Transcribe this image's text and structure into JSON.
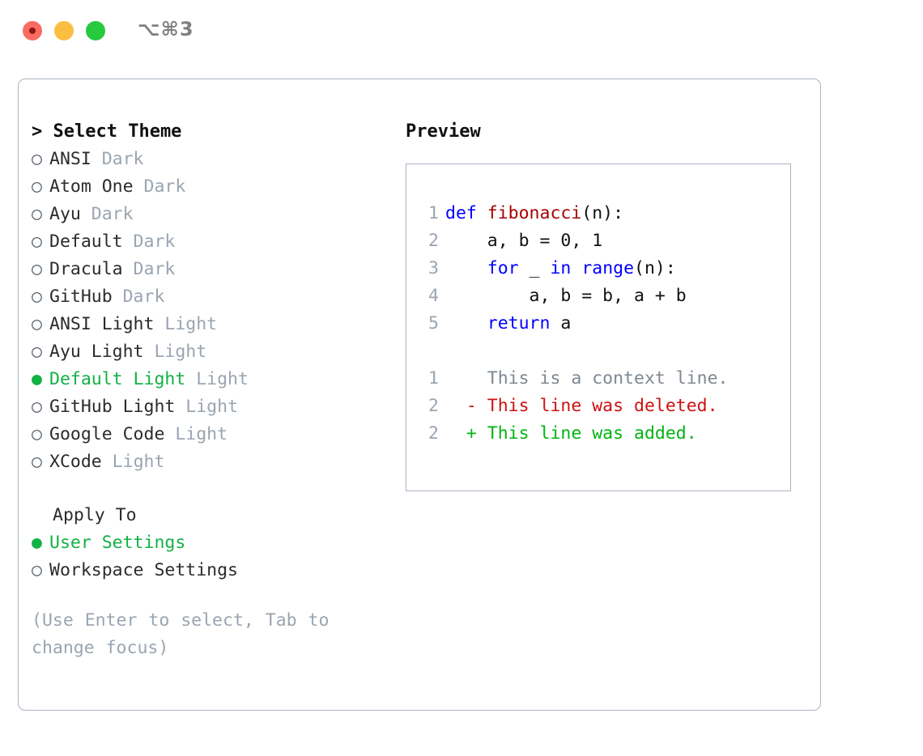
{
  "window": {
    "title": "⌥⌘3",
    "traffic_lights": [
      "close-red",
      "minimize-yellow",
      "maximize-green"
    ]
  },
  "left": {
    "prompt": "> Select Theme",
    "bullet_selected": "●",
    "bullet_unselected": "○",
    "themes": [
      {
        "name": "ANSI",
        "variant": "Dark",
        "selected": false
      },
      {
        "name": "Atom One",
        "variant": "Dark",
        "selected": false
      },
      {
        "name": "Ayu",
        "variant": "Dark",
        "selected": false
      },
      {
        "name": "Default",
        "variant": "Dark",
        "selected": false
      },
      {
        "name": "Dracula",
        "variant": "Dark",
        "selected": false
      },
      {
        "name": "GitHub",
        "variant": "Dark",
        "selected": false
      },
      {
        "name": "ANSI Light",
        "variant": "Light",
        "selected": false
      },
      {
        "name": "Ayu Light",
        "variant": "Light",
        "selected": false
      },
      {
        "name": "Default Light",
        "variant": "Light",
        "selected": true
      },
      {
        "name": "GitHub Light",
        "variant": "Light",
        "selected": false
      },
      {
        "name": "Google Code",
        "variant": "Light",
        "selected": false
      },
      {
        "name": "XCode",
        "variant": "Light",
        "selected": false
      }
    ],
    "apply_to": {
      "header": "Apply To",
      "options": [
        {
          "label": "User Settings",
          "selected": true
        },
        {
          "label": "Workspace Settings",
          "selected": false
        }
      ]
    },
    "hint": "(Use Enter to select, Tab to change focus)"
  },
  "preview": {
    "title": "Preview",
    "code_lines": [
      {
        "n": "1",
        "tokens": [
          {
            "t": "def ",
            "c": "kw"
          },
          {
            "t": "fibonacci",
            "c": "fn"
          },
          {
            "t": "(n):",
            "c": "pl"
          }
        ]
      },
      {
        "n": "2",
        "tokens": [
          {
            "t": "    a, b = 0, 1",
            "c": "pl"
          }
        ]
      },
      {
        "n": "3",
        "tokens": [
          {
            "t": "    ",
            "c": "pl"
          },
          {
            "t": "for",
            "c": "kw"
          },
          {
            "t": " _ ",
            "c": "pl"
          },
          {
            "t": "in",
            "c": "kw"
          },
          {
            "t": " ",
            "c": "pl"
          },
          {
            "t": "range",
            "c": "kw"
          },
          {
            "t": "(n):",
            "c": "pl"
          }
        ]
      },
      {
        "n": "4",
        "tokens": [
          {
            "t": "        a, b = b, a + b",
            "c": "pl"
          }
        ]
      },
      {
        "n": "5",
        "tokens": [
          {
            "t": "    ",
            "c": "pl"
          },
          {
            "t": "return",
            "c": "kw"
          },
          {
            "t": " a",
            "c": "pl"
          }
        ]
      }
    ],
    "diff_lines": [
      {
        "n": "1",
        "marker": "  ",
        "text": "This is a context line.",
        "kind": "ctx"
      },
      {
        "n": "2",
        "marker": "- ",
        "text": "This line was deleted.",
        "kind": "del"
      },
      {
        "n": "2",
        "marker": "+ ",
        "text": "This line was added.",
        "kind": "add"
      }
    ]
  },
  "colors": {
    "accent_green": "#12b145",
    "muted": "#9aa5b1",
    "keyword_blue": "#0000ff",
    "function_red": "#aa0000",
    "diff_deleted": "#cc1111",
    "diff_added": "#00b512",
    "border": "#aab4c2"
  }
}
